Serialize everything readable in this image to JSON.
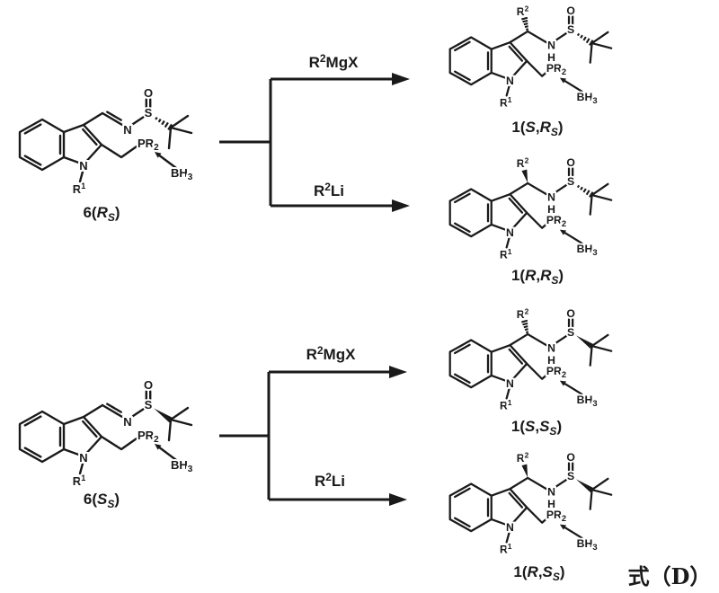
{
  "palette": {
    "ink": "#1a1a1a",
    "background": "#ffffff"
  },
  "atoms": {
    "N": "N",
    "H": "H",
    "S": "S",
    "O": "O",
    "P_base": "PR",
    "P_sub": "2",
    "B_base": "BH",
    "B_sub": "3",
    "R_base": "R",
    "R1_sup": "1",
    "R2_sup": "2"
  },
  "reagents": {
    "grignard": {
      "base": "R",
      "sup": "2",
      "rest": "MgX"
    },
    "lithium": {
      "base": "R",
      "sup": "2",
      "rest": "Li"
    }
  },
  "compounds": {
    "sm_top": {
      "prefix": "6(",
      "stereo": "R",
      "stereo_sub": "S",
      "suffix": ")"
    },
    "sm_bottom": {
      "prefix": "6(",
      "stereo": "S",
      "stereo_sub": "S",
      "suffix": ")"
    },
    "prod_1": {
      "prefix": "1(",
      "carbon": "S",
      "sep": ",",
      "sulfur": "R",
      "sulfur_sub": "S",
      "suffix": ")"
    },
    "prod_2": {
      "prefix": "1(",
      "carbon": "R",
      "sep": ",",
      "sulfur": "R",
      "sulfur_sub": "S",
      "suffix": ")"
    },
    "prod_3": {
      "prefix": "1(",
      "carbon": "S",
      "sep": ",",
      "sulfur": "S",
      "sulfur_sub": "S",
      "suffix": ")"
    },
    "prod_4": {
      "prefix": "1(",
      "carbon": "R",
      "sep": ",",
      "sulfur": "S",
      "sulfur_sub": "S",
      "suffix": ")"
    }
  },
  "formula_tag": "式（D）"
}
